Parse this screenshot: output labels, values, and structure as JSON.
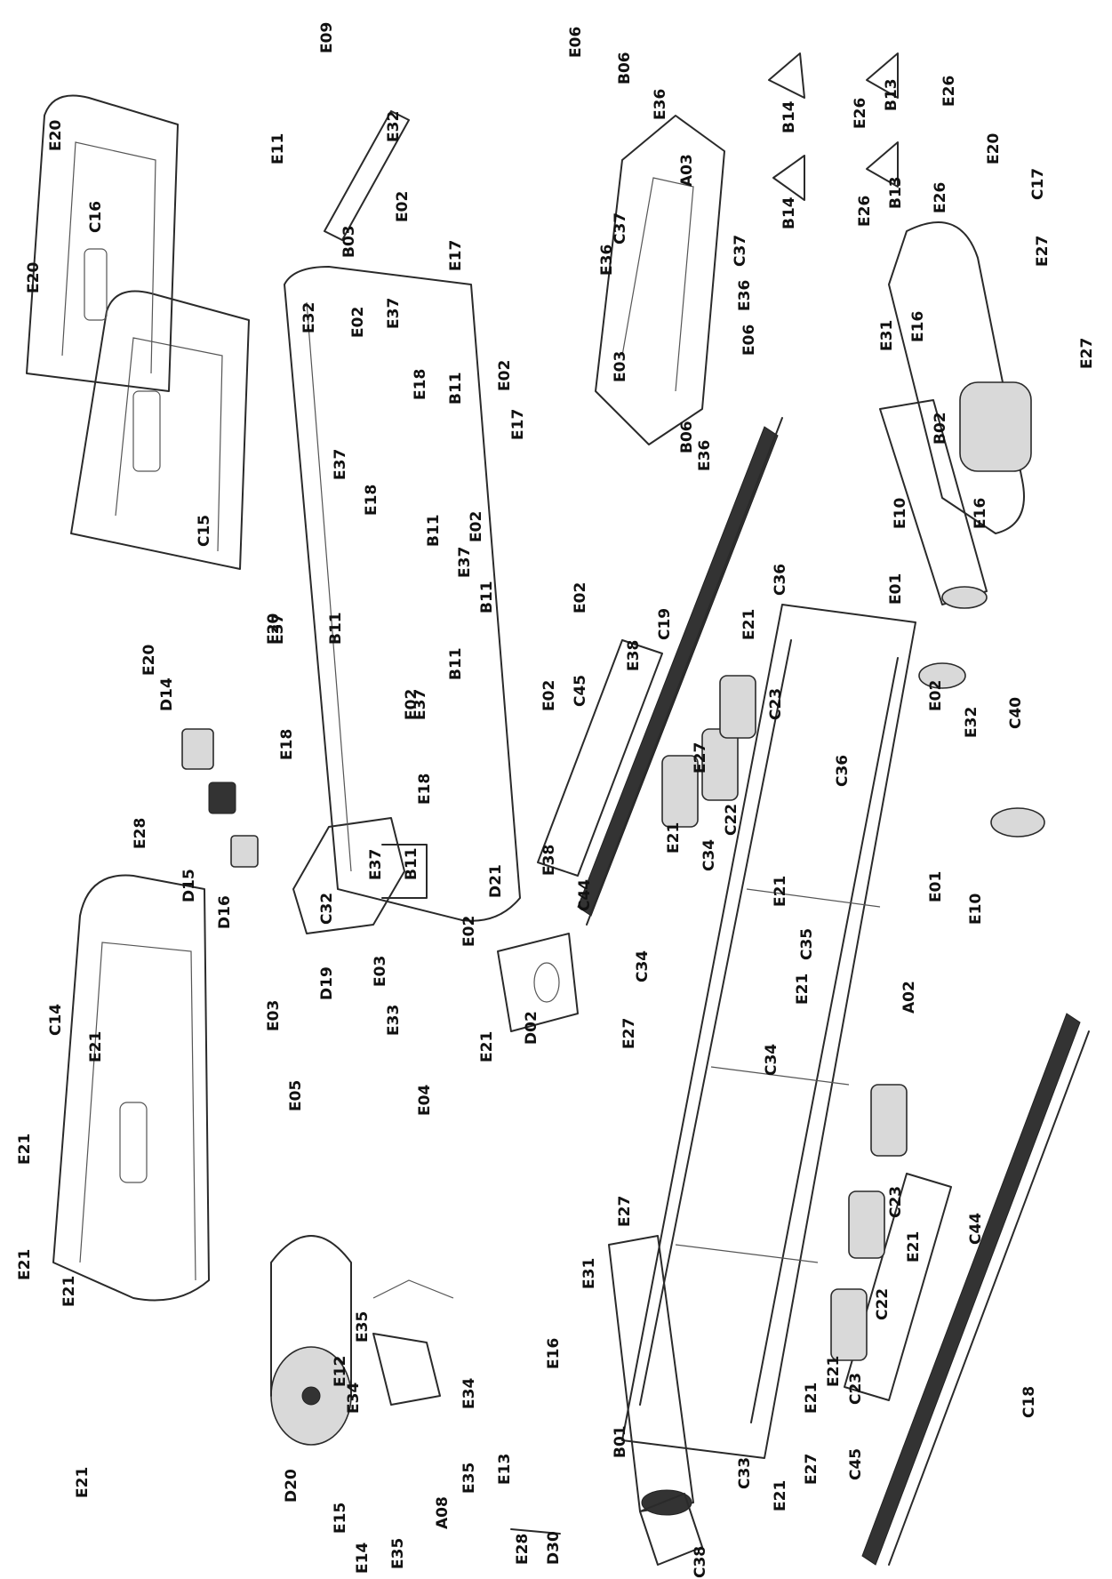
{
  "labels": [
    "E20",
    "C16",
    "E20",
    "E20",
    "C15",
    "E20",
    "E09",
    "E32",
    "E11",
    "B03",
    "E02",
    "E32",
    "E02",
    "E17",
    "E37",
    "B11",
    "E02",
    "E18",
    "E37",
    "B11",
    "E02",
    "E18",
    "E17",
    "E37",
    "B11",
    "E02",
    "E37",
    "B11",
    "E02",
    "E18",
    "E37",
    "B11",
    "E02",
    "E18",
    "C32",
    "E37",
    "B11",
    "E02",
    "D21",
    "E06",
    "B06",
    "E36",
    "C37",
    "A03",
    "E36",
    "C37",
    "E03",
    "E36",
    "B06",
    "E36",
    "E06",
    "B14",
    "E26",
    "B14",
    "E26",
    "B13",
    "E26",
    "B13",
    "E26",
    "E20",
    "C17",
    "E27",
    "E27",
    "E31",
    "E16",
    "B02",
    "E16",
    "E10",
    "C36",
    "E01",
    "E02",
    "E32",
    "C40",
    "C36",
    "E01",
    "E10",
    "D14",
    "E28",
    "D15",
    "D16",
    "C19",
    "E21",
    "C23",
    "C45",
    "E38",
    "E27",
    "C22",
    "E21",
    "C34",
    "E38",
    "C44",
    "E21",
    "C35",
    "C34",
    "E21",
    "A02",
    "C34",
    "E21",
    "C14",
    "E21",
    "E21",
    "E21",
    "E21",
    "D19",
    "E03",
    "E33",
    "E03",
    "E05",
    "E04",
    "D02",
    "E21",
    "E35",
    "E12",
    "E34",
    "E34",
    "E35",
    "E13",
    "E15",
    "E14",
    "E35",
    "A08",
    "D20",
    "E31",
    "E27",
    "E27",
    "E16",
    "B01",
    "C38",
    "E28",
    "D30",
    "C23",
    "E21",
    "C22",
    "C23",
    "C44",
    "E21",
    "E21",
    "C33",
    "E21",
    "E27",
    "C45",
    "C18"
  ]
}
